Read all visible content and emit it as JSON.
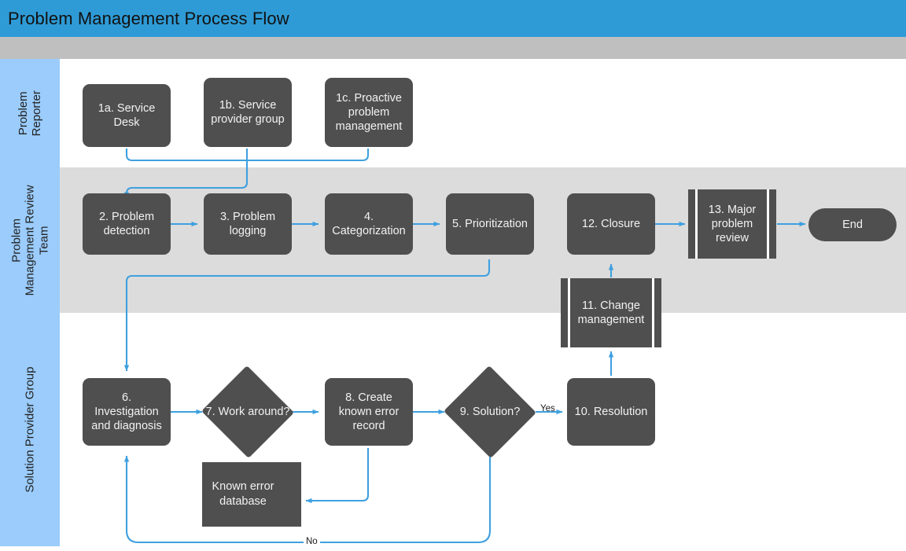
{
  "header": {
    "title": "Problem Management Process Flow",
    "bar_color": "#2E9BD6",
    "sub_bar_color": "#BFBFBF"
  },
  "theme": {
    "node_fill": "#4F4F4F",
    "node_text": "#F2F2F2",
    "connector": "#3FA0DF",
    "lane_header": "#9BCCFC",
    "lane_shaded": "#DCDCDC",
    "lane_plain": "#FFFFFF"
  },
  "lanes": [
    {
      "label_line1": "Problem",
      "label_line2": "Reporter"
    },
    {
      "label_line1": "Problem",
      "label_line2": "Management Review",
      "label_line3": "Team"
    },
    {
      "label_line1": "Solution Provider Group"
    }
  ],
  "nodes": {
    "n1a": "1a. Service Desk",
    "n1b": "1b. Service provider group",
    "n1c": "1c. Proactive problem management",
    "n2": "2. Problem detection",
    "n3": "3. Problem logging",
    "n4": "4. Categorization",
    "n5": "5. Prioritization",
    "n12": "12. Closure",
    "n13": "13. Major problem review",
    "end": "End",
    "n6": "6. Investigation and diagnosis",
    "n7": "7. Work around?",
    "n8": "8. Create known error record",
    "n9": "9. Solution?",
    "n10": "10. Resolution",
    "n11": "11. Change management",
    "kedb": "Known error database"
  },
  "edge_labels": {
    "yes": "Yes",
    "no": "No"
  }
}
